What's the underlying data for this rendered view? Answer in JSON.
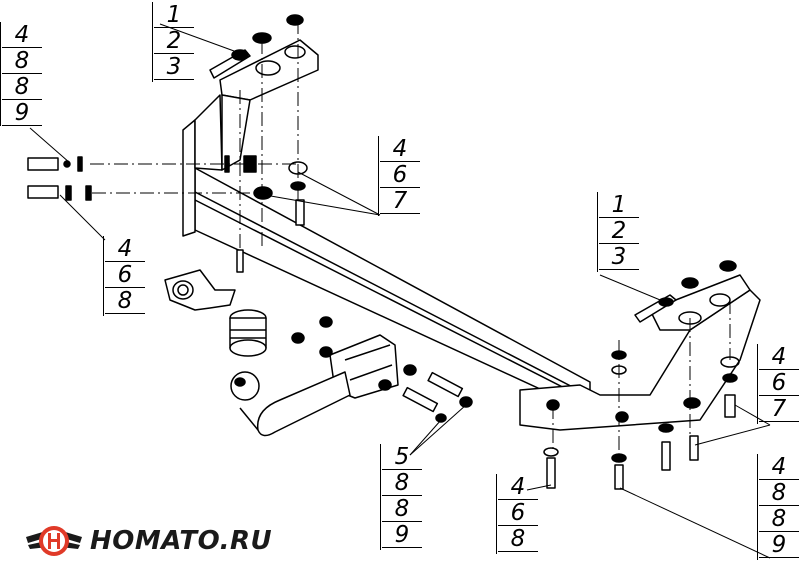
{
  "logo": {
    "text": "HOMATO.RU",
    "accent_color": "#e03a28",
    "dark_color": "#1a1a1a"
  },
  "callouts": [
    {
      "id": "top-left-stack",
      "items": [
        "4",
        "8",
        "8",
        "9"
      ]
    },
    {
      "id": "top-bracket-stack",
      "items": [
        "1",
        "2",
        "3"
      ]
    },
    {
      "id": "mid-washer-stack",
      "items": [
        "4",
        "6",
        "7"
      ]
    },
    {
      "id": "left-bolt-stack",
      "items": [
        "4",
        "6",
        "8"
      ]
    },
    {
      "id": "right-bracket-stack",
      "items": [
        "1",
        "2",
        "3"
      ]
    },
    {
      "id": "right-washer-stack",
      "items": [
        "4",
        "6",
        "7"
      ]
    },
    {
      "id": "hitch-bolt-stack",
      "items": [
        "5",
        "8",
        "8",
        "9"
      ]
    },
    {
      "id": "bottom-nut-stack",
      "items": [
        "4",
        "6",
        "8"
      ]
    },
    {
      "id": "bottom-right-stack",
      "items": [
        "4",
        "8",
        "8",
        "9"
      ]
    }
  ],
  "icons": {
    "logo_mark": "wings-h-logo-icon"
  }
}
